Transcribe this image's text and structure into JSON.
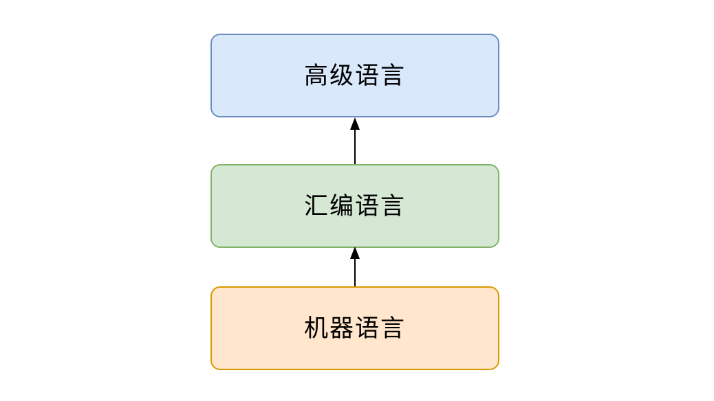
{
  "diagram": {
    "background_color": "#ffffff",
    "text_color": "#000000",
    "edge_color": "#000000",
    "nodes": [
      {
        "id": "high-level-language",
        "label": "高级语言",
        "fill": "#dae8fc",
        "stroke": "#6c8ebf"
      },
      {
        "id": "assembly-language",
        "label": "汇编语言",
        "fill": "#d5e8d4",
        "stroke": "#82b366"
      },
      {
        "id": "machine-language",
        "label": "机器语言",
        "fill": "#ffe6cc",
        "stroke": "#d79b00"
      }
    ],
    "edges": [
      {
        "from": "machine-language",
        "to": "assembly-language",
        "arrowhead": "up"
      },
      {
        "from": "assembly-language",
        "to": "high-level-language",
        "arrowhead": "up"
      }
    ]
  }
}
